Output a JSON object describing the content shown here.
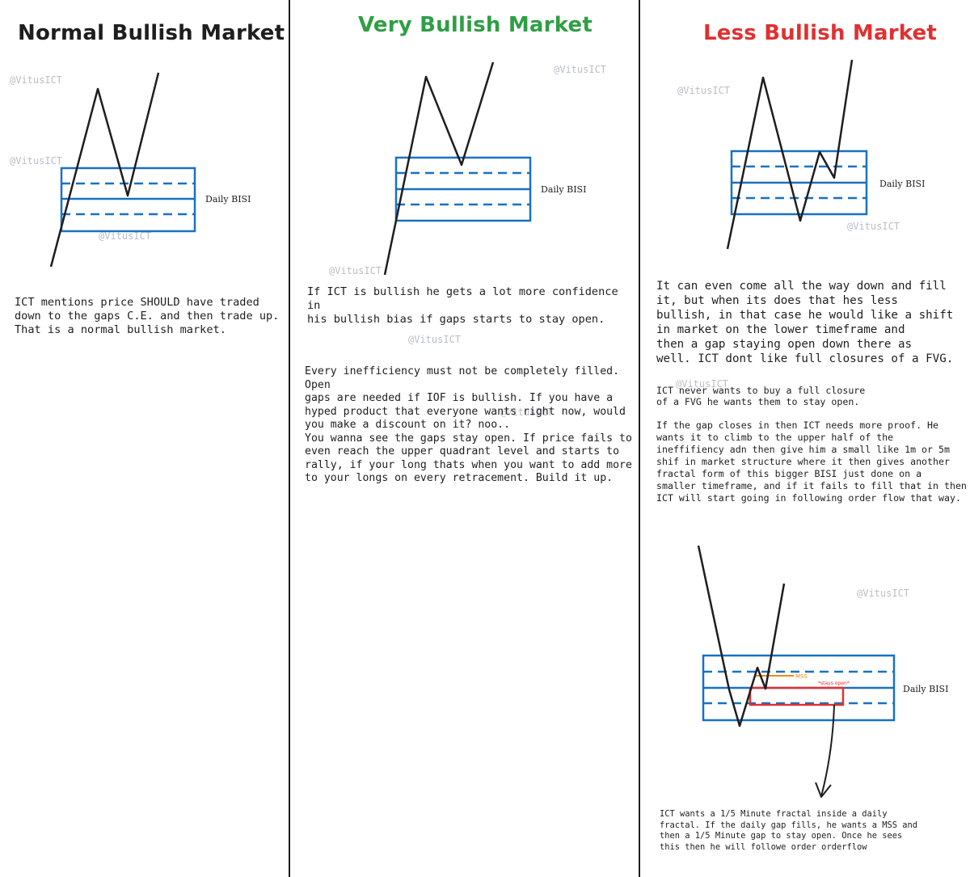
{
  "colors": {
    "box": "#1971c2",
    "line": "#1e1e1e",
    "green": "#2f9e44",
    "red": "#e03131",
    "orange": "#f08c00",
    "watermark": "#b8bec8"
  },
  "panels": {
    "normal": {
      "title": "Normal Bullish Market",
      "box_label": "Daily BISI",
      "text": "ICT mentions price SHOULD have traded\ndown to the gaps C.E. and then trade up.\nThat is a normal bullish market."
    },
    "very": {
      "title": "Very Bullish Market",
      "box_label": "Daily BISI",
      "text1": "If ICT is bullish he gets a lot more confidence in\nhis bullish bias if gaps starts to stay open.",
      "text2": "Every inefficiency must not be completely filled. Open\ngaps are needed if IOF is bullish. If you have a\nhyped product that everyone wants right now, would\nyou make a discount on it? noo..\nYou wanna see the gaps stay open. If price fails to\neven reach the upper quadrant level and starts to\nrally, if your long thats when you want to add more\nto your longs on every retracement. Build it up."
    },
    "less": {
      "title": "Less Bullish Market",
      "box_label": "Daily BISI",
      "box_label2": "Daily BISI",
      "text1": "It can even come all the way down and fill\nit, but when its does that hes less\nbullish, in that case he would like a shift\nin market on the lower timeframe and\nthen a gap staying open down there as\nwell. ICT dont like full closures of a FVG.",
      "text2": "ICT never wants to buy a full closure\nof a FVG he wants them to stay open.",
      "text3": "If the gap closes in then ICT needs more proof. He\nwants it to climb to the upper half of the\nineffifiency adn then give him a small like 1m or 5m\nshif in market structure where it then gives another\nfractal form of this bigger BISI just done on a\nsmaller timeframe, and if it fails to fill that in then\nICT will start going in following order flow that way.",
      "mss_label": "MSS",
      "stays_open_label": "*stays open*",
      "text4": "ICT wants a 1/5 Minute fractal inside a daily\nfractal. If the daily gap fills, he wants a MSS and\nthen a 1/5 Minute gap to stay open. Once he sees\nthis then he will followe order orderflow"
    }
  },
  "watermark": "@VitusICT"
}
